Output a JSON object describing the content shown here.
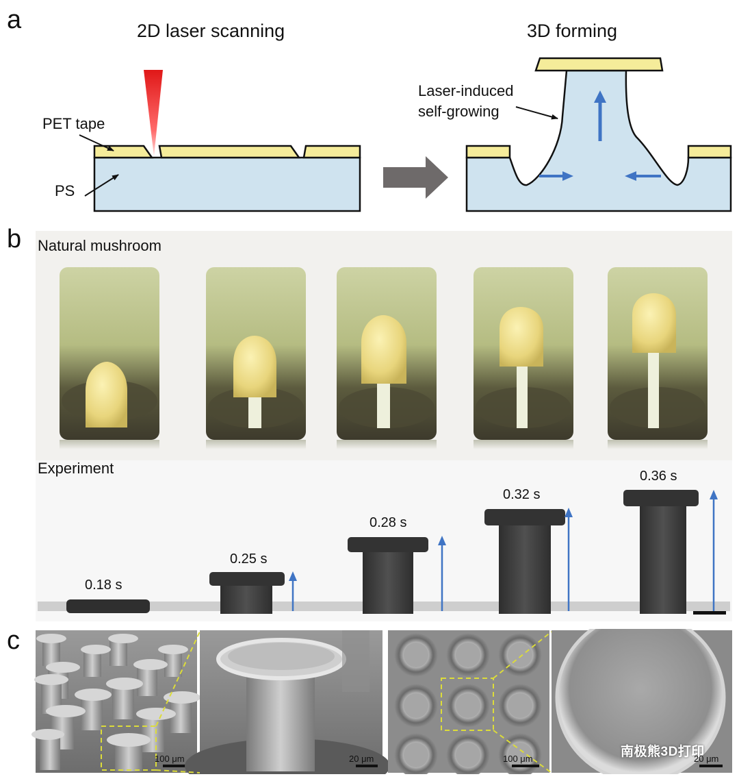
{
  "panels": {
    "a": {
      "letter": "a",
      "left_title": "2D laser scanning",
      "right_title": "3D forming",
      "labels": {
        "pet_tape": "PET tape",
        "ps": "PS",
        "self_growing_line1": "Laser-induced",
        "self_growing_line2": "self-growing"
      }
    },
    "b": {
      "letter": "b",
      "natural_label": "Natural mushroom",
      "experiment_label": "Experiment",
      "times": [
        "0.18 s",
        "0.25 s",
        "0.28 s",
        "0.32 s",
        "0.36 s"
      ]
    },
    "c": {
      "letter": "c",
      "scale_bars": [
        "100 μm",
        "20 μm",
        "100 μm",
        "20 μm"
      ],
      "watermark": "南极熊3D打印"
    }
  },
  "colors": {
    "pet": "#f5ec9a",
    "ps": "#cfe3ef",
    "arrow_blue": "#3f74c4",
    "arrow_grey": "#6e6a6a",
    "laser": "#e02020"
  }
}
